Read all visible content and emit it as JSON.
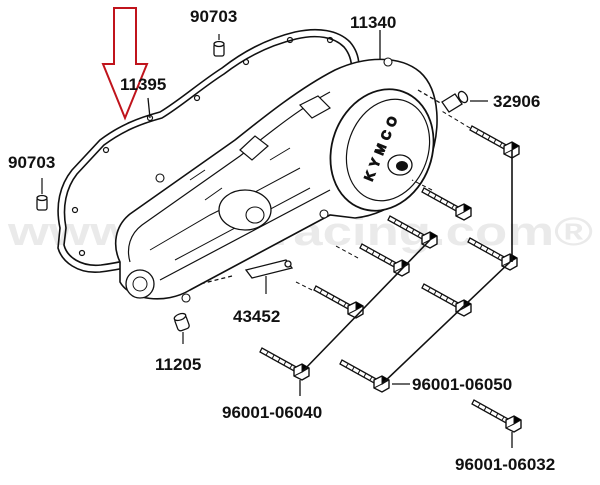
{
  "diagram": {
    "brand_text": "KYMCO",
    "watermark": "www.motoracing.com®",
    "colors": {
      "line": "#111111",
      "arrow": "#c0141c",
      "watermark": "#d0d0d0"
    },
    "parts": {
      "p90703_top": "90703",
      "p11340": "11340",
      "p11395": "11395",
      "p32906": "32906",
      "p90703_left": "90703",
      "p43452": "43452",
      "p11205": "11205",
      "p96001_06050": "96001-06050",
      "p96001_06040": "96001-06040",
      "p96001_06032": "96001-06032"
    }
  }
}
